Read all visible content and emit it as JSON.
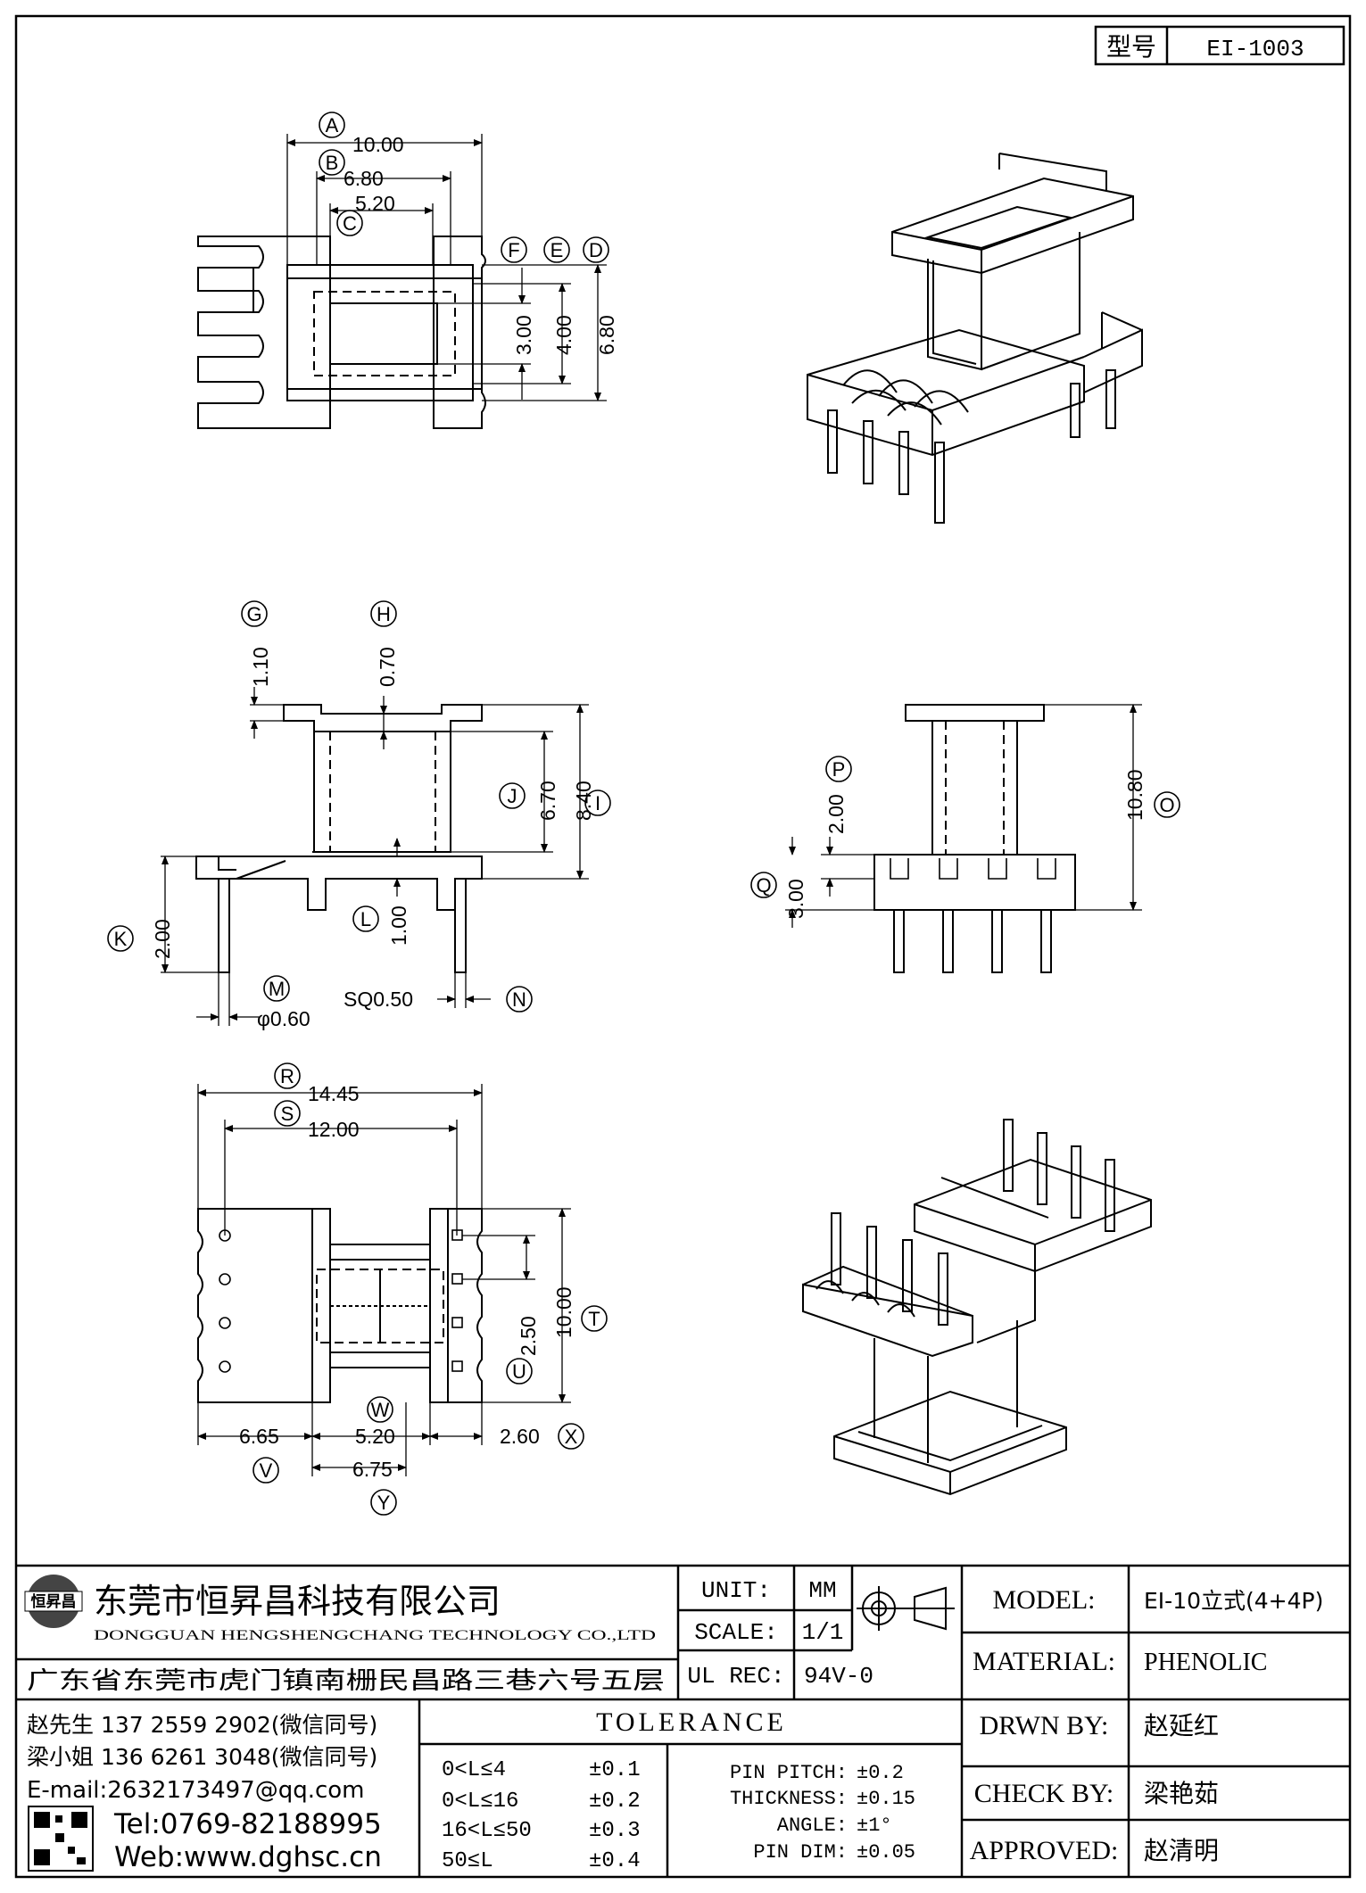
{
  "header": {
    "model_label": "型号",
    "model_value": "EI-1003"
  },
  "dimensions": {
    "A": "10.00",
    "B": "6.80",
    "C": "5.20",
    "D": "6.80",
    "E": "4.00",
    "F": "3.00",
    "G": "1.10",
    "H": "0.70",
    "I": "8.40",
    "J": "6.70",
    "K": "2.00",
    "L": "1.00",
    "M": "φ0.60",
    "N": "SQ0.50",
    "O": "10.80",
    "P": "2.00",
    "Q": "3.00",
    "R": "14.45",
    "S": "12.00",
    "T": "10.00",
    "U": "2.50",
    "V": "6.65",
    "W": "5.20",
    "X": "2.60",
    "Y": "6.75"
  },
  "company": {
    "name_cn": "东莞市恒昇昌科技有限公司",
    "name_en": "DONGGUAN HENGSHENGCHANG TECHNOLOGY CO.,LTD",
    "address": "广东省东莞市虎门镇南栅民昌路三巷六号五层",
    "contact1": "赵先生 137 2559 2902(微信同号)",
    "contact2": "梁小姐 136 6261 3048(微信同号)",
    "email": "E-mail:2632173497@qq.com",
    "tel": "Tel:0769-82188995",
    "web": "Web:www.dghsc.cn"
  },
  "title_block": {
    "unit_label": "UNIT:",
    "unit_value": "MM",
    "scale_label": "SCALE:",
    "scale_value": "1/1",
    "ulrec_label": "UL REC:",
    "ulrec_value": "94V-0",
    "model_label": "MODEL:",
    "model_value": "EI-10立式(4+4P)",
    "material_label": "MATERIAL:",
    "material_value": "PHENOLIC",
    "drwn_label": "DRWN BY:",
    "drwn_value": "赵延红",
    "check_label": "CHECK BY:",
    "check_value": "梁艳茹",
    "approved_label": "APPROVED:",
    "approved_value": "赵清明"
  },
  "tolerance": {
    "title": "TOLERANCE",
    "rows": [
      {
        "range": "0<L≤4",
        "tol": "±0.1"
      },
      {
        "range": "0<L≤16",
        "tol": "±0.2"
      },
      {
        "range": "16<L≤50",
        "tol": "±0.3"
      },
      {
        "range": "50≤L",
        "tol": "±0.4"
      }
    ],
    "right": [
      {
        "label": "PIN PITCH:",
        "tol": "±0.2"
      },
      {
        "label": "THICKNESS:",
        "tol": "±0.15"
      },
      {
        "label": "ANGLE:",
        "tol": "±1°"
      },
      {
        "label": "PIN DIM:",
        "tol": "±0.05"
      }
    ]
  }
}
